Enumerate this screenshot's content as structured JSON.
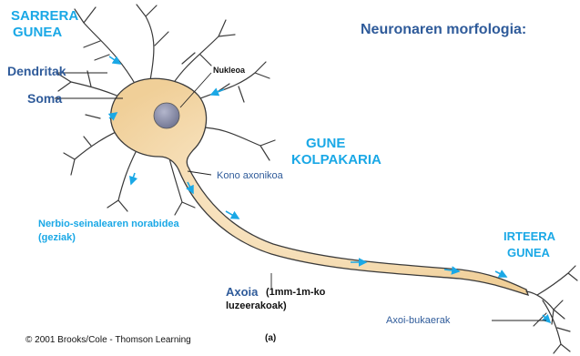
{
  "title": "Neuronaren morfologia:",
  "labels": {
    "input_zone_1": "SARRERA",
    "input_zone_2": "GUNEA",
    "dendrites": "Dendritak",
    "soma": "Soma",
    "nucleus": "Nukleoa",
    "trigger_zone_1": "GUNE",
    "trigger_zone_2": "KOLPAKARIA",
    "axon_hillock": "Kono axonikoa",
    "signal_direction_1": "Nerbio-seinalearen norabidea",
    "signal_direction_2": "(geziak)",
    "axon": "Axoia",
    "axon_length_1": "(1mm-1m-ko",
    "axon_length_2": "luzeerakoak)",
    "output_zone_1": "IRTEERA",
    "output_zone_2": "GUNEA",
    "axon_terminals": "Axoi-bukaerak"
  },
  "credit": "© 2001 Brooks/Cole - Thomson Learning",
  "panel": "(a)",
  "colors": {
    "cyan": "#1aa8e6",
    "navy": "#2f5b9a",
    "cell_fill": "#f6dcae",
    "cell_edge": "#3a3a3a",
    "nucleus": "#8f93ad"
  }
}
